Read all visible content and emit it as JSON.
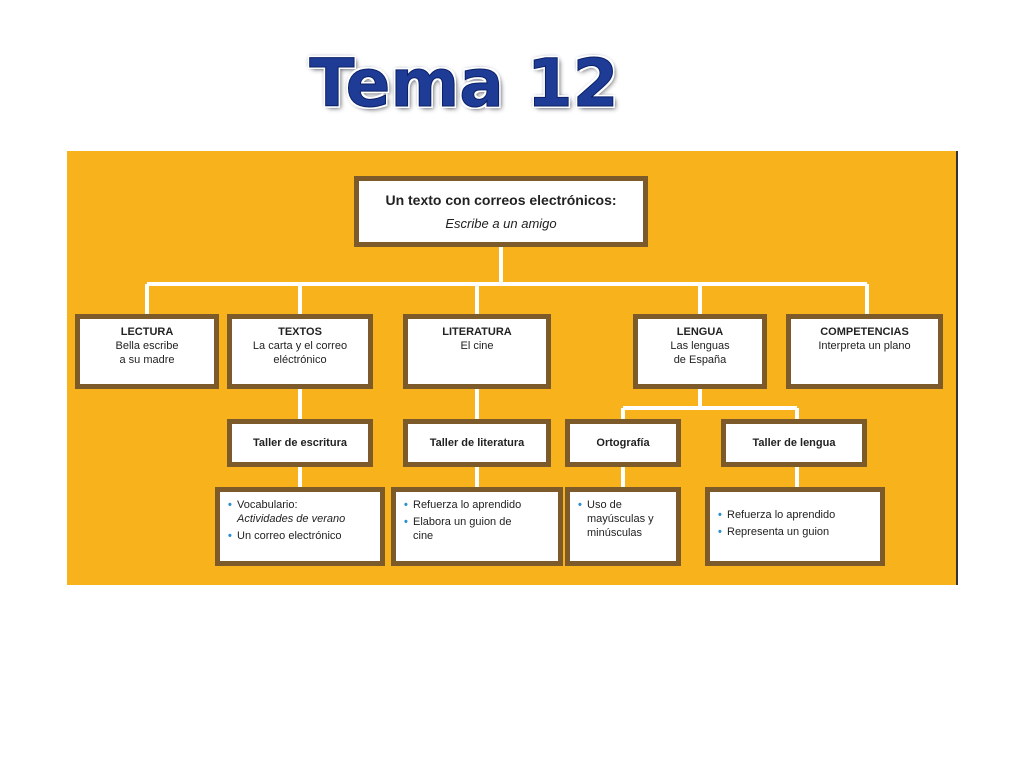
{
  "title": "Tema 12",
  "root": {
    "heading": "Un texto con correos electrónicos:",
    "subtitle": "Escribe a un amigo"
  },
  "sections": [
    {
      "heading": "LECTURA",
      "line1": "Bella escribe",
      "line2": "a su madre"
    },
    {
      "heading": "TEXTOS",
      "line1": "La carta y el correo",
      "line2": "eléctrónico"
    },
    {
      "heading": "LITERATURA",
      "line1": "El cine",
      "line2": ""
    },
    {
      "heading": "LENGUA",
      "line1": "Las lenguas",
      "line2": "de España"
    },
    {
      "heading": "COMPETENCIAS",
      "line1": "Interpreta un plano",
      "line2": ""
    }
  ],
  "workshops": {
    "escritura": "Taller de escritura",
    "literatura": "Taller de literatura",
    "ortografia": "Ortografía",
    "lengua": "Taller de lengua"
  },
  "details": {
    "escritura": {
      "item1_label": "Vocabulario:",
      "item1_italic": "Actividades de verano",
      "item2": "Un correo electrónico"
    },
    "literatura": {
      "item1": "Refuerza lo aprendido",
      "item2": "Elabora un guion de cine"
    },
    "ortografia": {
      "item1": "Uso de mayúsculas y minúsculas"
    },
    "lengua": {
      "item1": "Refuerza lo aprendido",
      "item2": "Representa un guion"
    }
  },
  "colors": {
    "panel": "#f8b31c",
    "box_border": "#7c5a2a",
    "connector": "#ffffff",
    "bullet": "#2a8fd0",
    "title": "#1e3c95"
  }
}
